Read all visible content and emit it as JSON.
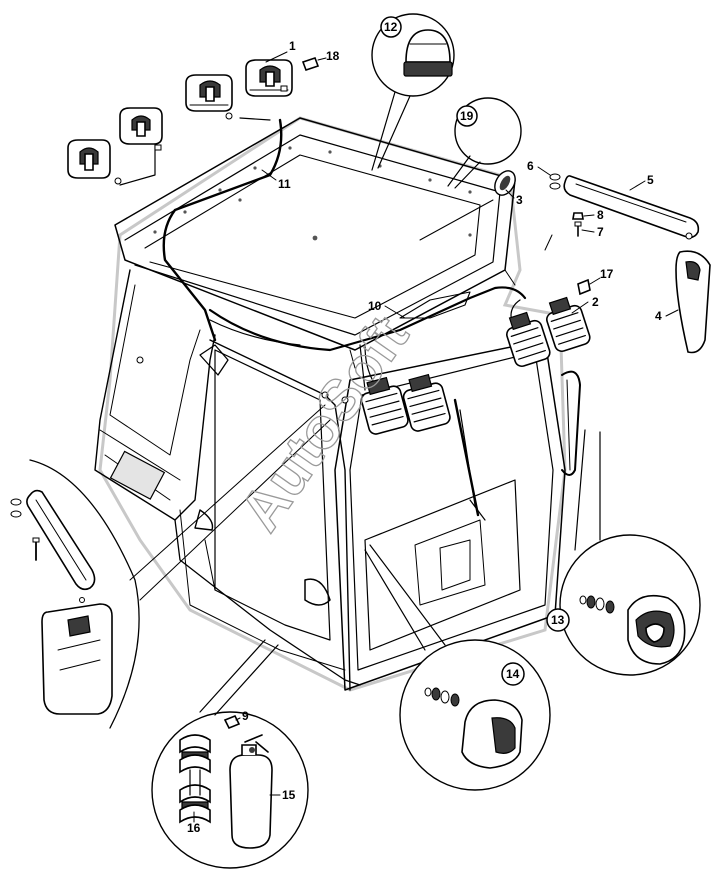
{
  "watermark": "AutoSoft",
  "callouts": [
    {
      "id": "c1",
      "label": "1"
    },
    {
      "id": "c2",
      "label": "2"
    },
    {
      "id": "c3",
      "label": "3"
    },
    {
      "id": "c4",
      "label": "4"
    },
    {
      "id": "c5",
      "label": "5"
    },
    {
      "id": "c6",
      "label": "6"
    },
    {
      "id": "c7",
      "label": "7"
    },
    {
      "id": "c8",
      "label": "8"
    },
    {
      "id": "c9",
      "label": "9"
    },
    {
      "id": "c10",
      "label": "10"
    },
    {
      "id": "c11",
      "label": "11"
    },
    {
      "id": "c12",
      "label": "12"
    },
    {
      "id": "c13",
      "label": "13"
    },
    {
      "id": "c14",
      "label": "14"
    },
    {
      "id": "c15",
      "label": "15"
    },
    {
      "id": "c16",
      "label": "16"
    },
    {
      "id": "c17",
      "label": "17"
    },
    {
      "id": "c18",
      "label": "18"
    },
    {
      "id": "c19",
      "label": "19"
    }
  ]
}
